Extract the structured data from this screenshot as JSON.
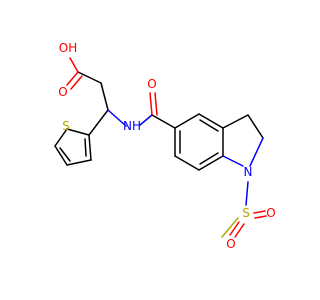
{
  "molecule": {
    "atom_labels": {
      "carboxylic_oh": "OH",
      "carboxylic_o": "O",
      "amide_o": "O",
      "amide_nh": "NH",
      "thiophene_s": "S",
      "indoline_n": "N",
      "sulfonyl_s": "S",
      "sulfonyl_o1": "O",
      "sulfonyl_o2": "O"
    },
    "colors": {
      "oxygen": "#ff0000",
      "nitrogen": "#0000ff",
      "sulfur": "#b2a800",
      "carbon_bond": "#000000"
    }
  }
}
